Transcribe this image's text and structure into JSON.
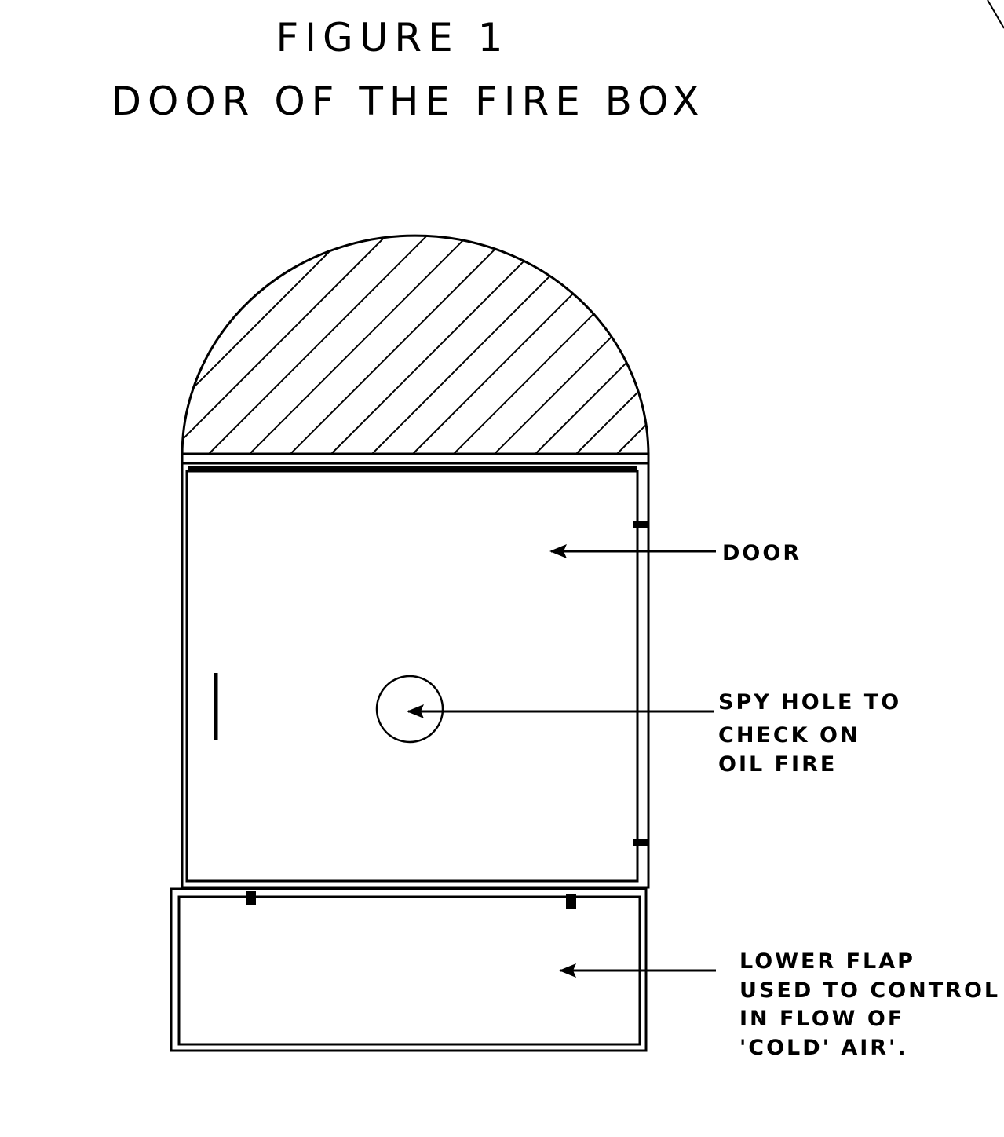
{
  "figure": {
    "number_label": "FIGURE 1",
    "title": "DOOR OF THE FIRE BOX"
  },
  "labels": {
    "door": [
      "DOOR"
    ],
    "spy_hole": [
      "SPY HOLE TO",
      "CHECK ON",
      "OIL FIRE"
    ],
    "lower_flap": [
      "LOWER FLAP",
      "USED TO CONTROL",
      "IN FLOW OF",
      "'COLD' AIR'."
    ]
  },
  "colors": {
    "ink": "#000000",
    "paper": "#ffffff"
  }
}
